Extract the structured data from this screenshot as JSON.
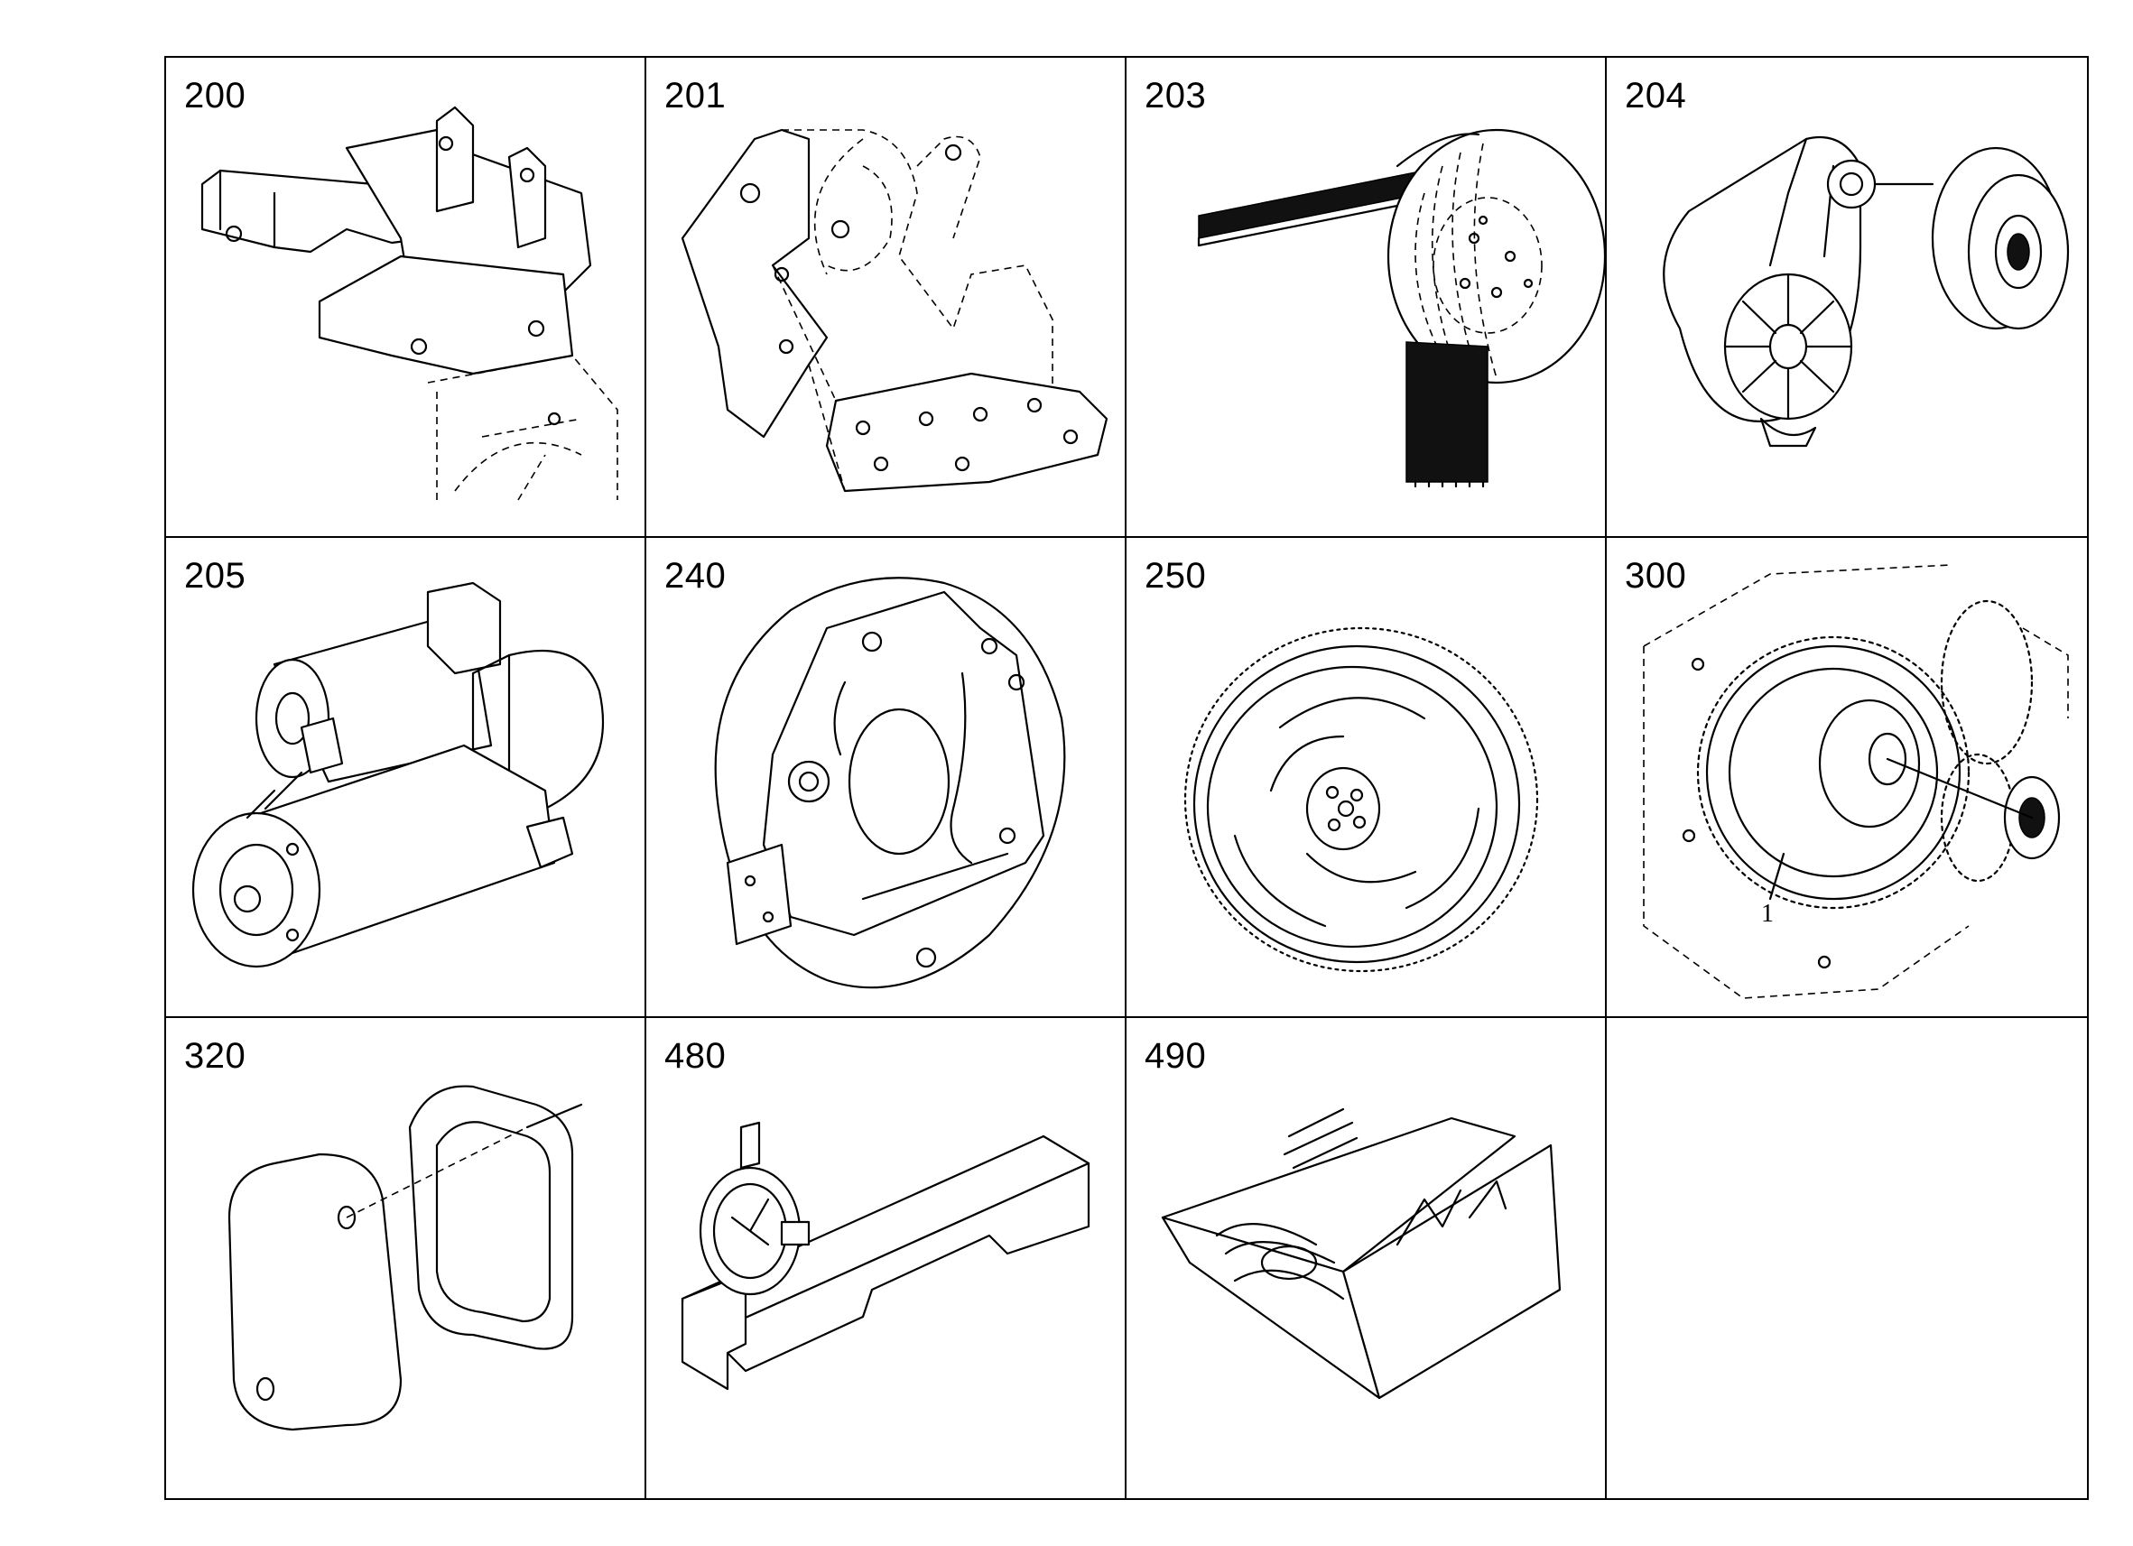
{
  "cells": [
    {
      "number": "200",
      "icon": "engine-mounting-bracket-icon"
    },
    {
      "number": "201",
      "icon": "timing-case-cover-icon"
    },
    {
      "number": "203",
      "icon": "belt-pulley-icon"
    },
    {
      "number": "204",
      "icon": "belt-tensioner-icon"
    },
    {
      "number": "205",
      "icon": "starter-motor-icon"
    },
    {
      "number": "240",
      "icon": "flywheel-housing-icon"
    },
    {
      "number": "250",
      "icon": "flywheel-ring-gear-icon"
    },
    {
      "number": "300",
      "icon": "timing-gears-icon",
      "callout": "1"
    },
    {
      "number": "320",
      "icon": "cover-plate-gasket-icon"
    },
    {
      "number": "480",
      "icon": "dial-gauge-tool-icon"
    },
    {
      "number": "490",
      "icon": "gasket-kit-box-icon"
    },
    {
      "number": "",
      "icon": ""
    }
  ]
}
